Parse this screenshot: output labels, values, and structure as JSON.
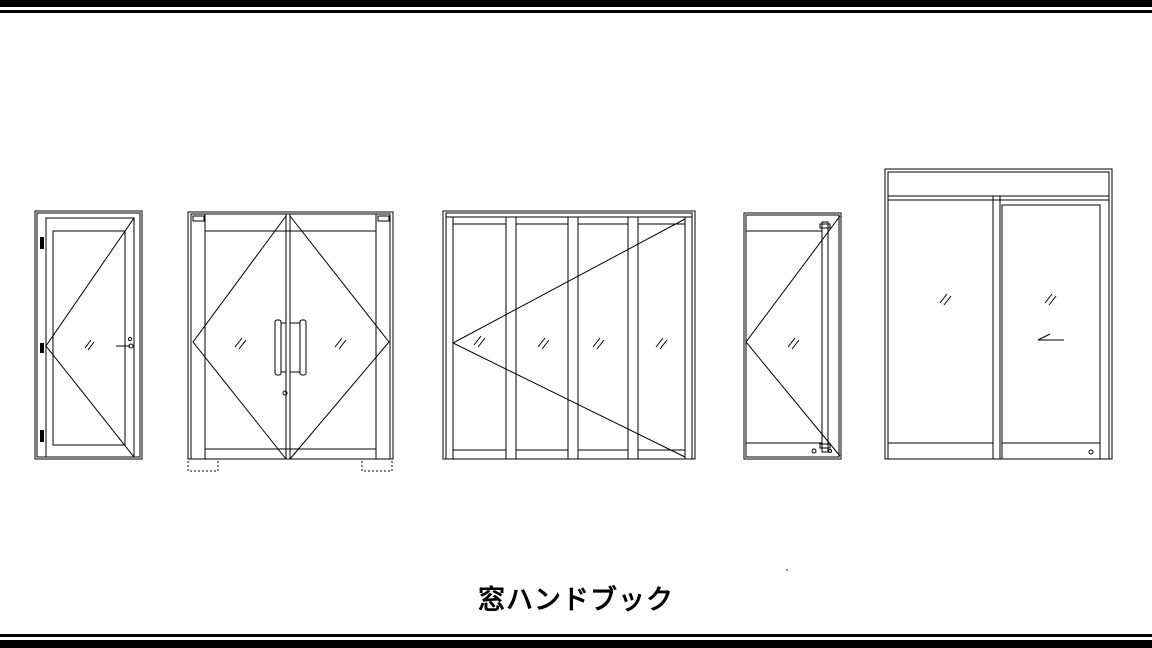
{
  "title": "窓ハンドブック",
  "colors": {
    "ink": "#000000",
    "background": "#ffffff"
  },
  "doors": [
    {
      "id": "single-swing-door"
    },
    {
      "id": "double-swing-door"
    },
    {
      "id": "folding-door"
    },
    {
      "id": "pivot-door"
    },
    {
      "id": "sliding-door"
    }
  ]
}
